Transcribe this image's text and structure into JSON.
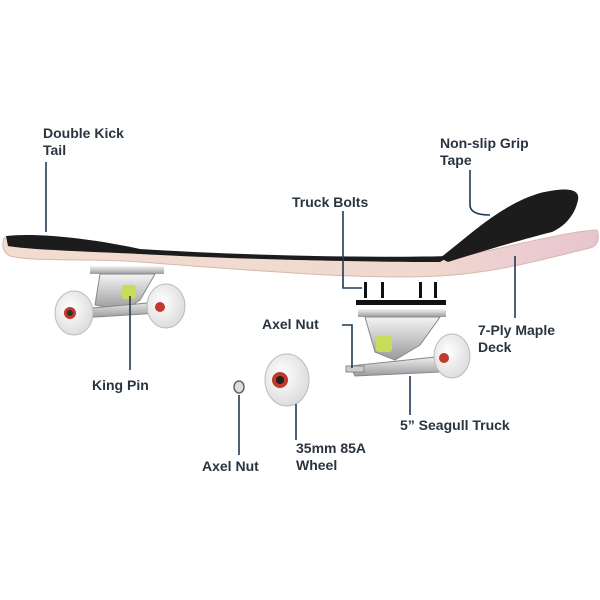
{
  "labels": {
    "double_kick_tail": [
      "Double Kick",
      "Tail"
    ],
    "grip_tape": [
      "Non-slip Grip",
      "Tape"
    ],
    "truck_bolts": "Truck Bolts",
    "axel_nut_truck": "Axel Nut",
    "maple_deck": [
      "7-Ply Maple",
      "Deck"
    ],
    "king_pin": "King Pin",
    "seagull_truck": "5” Seagull Truck",
    "wheel": [
      "35mm 85A",
      "Wheel"
    ],
    "axel_nut_loose": "Axel Nut"
  },
  "colors": {
    "leader": "#1f3a55",
    "grip": "#1c1c1c",
    "deck": "#f0d6cc",
    "wheel": "#eeeeee",
    "bearing": "#c0392b",
    "bushing": "#c8dc5a"
  }
}
